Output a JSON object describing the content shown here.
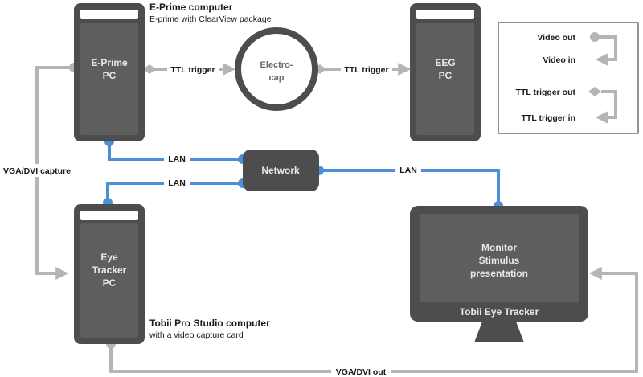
{
  "eprime": {
    "title": "E-Prime computer",
    "subtitle": "E-prime with ClearView package",
    "pc_line1": "E-Prime",
    "pc_line2": "PC"
  },
  "electrocap": {
    "line1": "Electro-",
    "line2": "cap"
  },
  "eeg": {
    "line1": "EEG",
    "line2": "PC"
  },
  "network": {
    "label": "Network"
  },
  "eyetracker": {
    "pc_line1": "Eye",
    "pc_line2": "Tracker",
    "pc_line3": "PC",
    "title": "Tobii Pro Studio computer",
    "subtitle": "with a video capture card"
  },
  "monitor": {
    "line1": "Monitor",
    "line2": "Stimulus",
    "line3": "presentation",
    "brand": "Tobii Eye Tracker"
  },
  "connections": {
    "ttl_1": "TTL trigger",
    "ttl_2": "TTL trigger",
    "lan_eprime": "LAN",
    "lan_eyetracker": "LAN",
    "lan_monitor": "LAN",
    "vga_capture": "VGA/DVI capture",
    "vga_out": "VGA/DVI out"
  },
  "legend": {
    "video_out": "Video out",
    "video_in": "Video in",
    "ttl_out": "TTL trigger out",
    "ttl_in": "TTL trigger in"
  },
  "colors": {
    "device": "#4d4d4d",
    "device_inner": "#5e5e5e",
    "lan": "#4a90d9",
    "gray_line": "#b5b5b5",
    "text": "#1a1a1a"
  }
}
